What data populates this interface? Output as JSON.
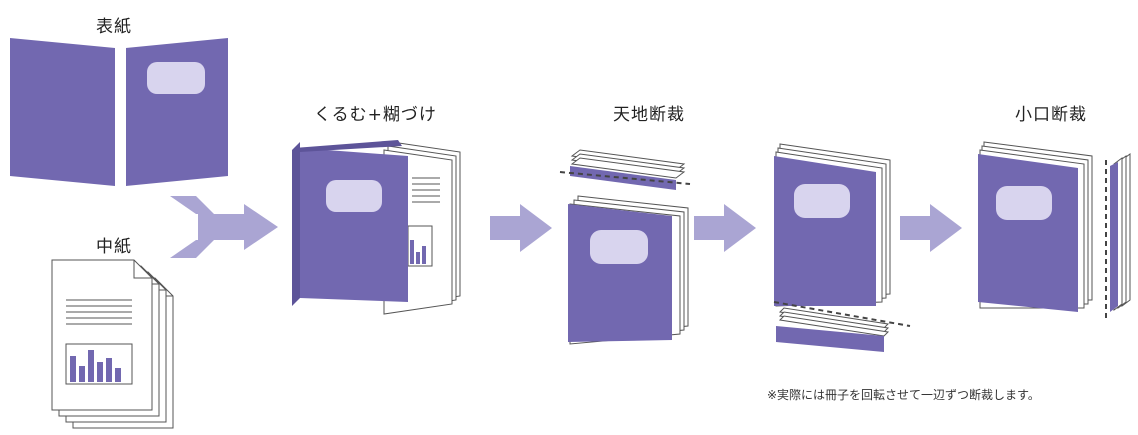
{
  "labels": {
    "cover": "表紙",
    "inner": "中紙",
    "step1": "くるむ+糊づけ",
    "step2": "天地断裁",
    "step3": "小口断裁"
  },
  "note": "※実際には冊子を回転させて一辺ずつ断裁します。",
  "colors": {
    "cover": "#7268b0",
    "cover_dark": "#5d5499",
    "window": "#d8d4ee",
    "arrow": "#aaa5d3",
    "paper_line": "#555555"
  }
}
